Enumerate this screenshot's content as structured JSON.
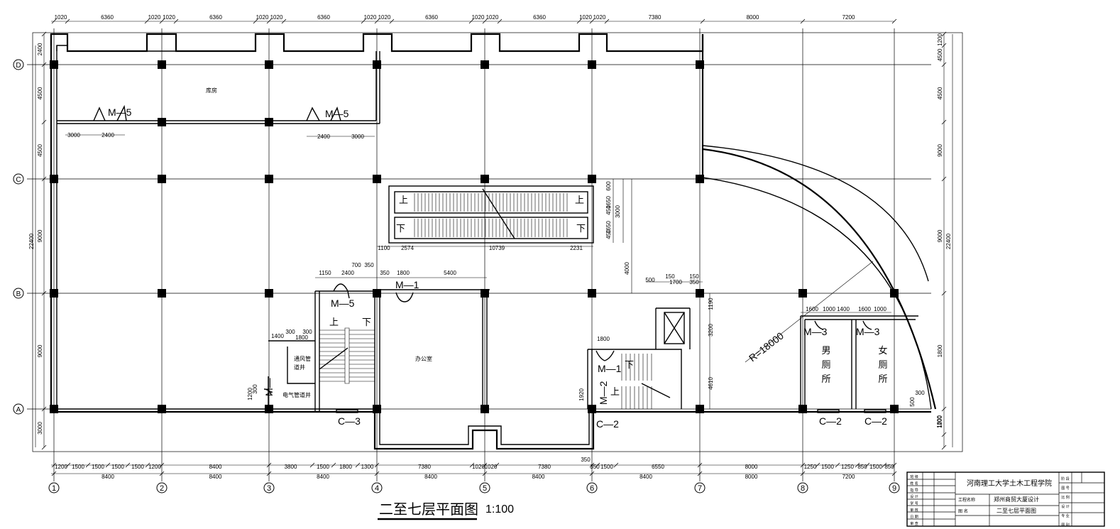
{
  "drawing": {
    "title": "二至七层平面图",
    "scale": "1:100",
    "axes_cols": [
      "1",
      "2",
      "3",
      "4",
      "5",
      "6",
      "7",
      "8",
      "9"
    ],
    "axes_rows": [
      "D",
      "C",
      "B",
      "A"
    ],
    "rooms": {
      "storage": "库房",
      "office": "办公室",
      "mens": "男\n厕\n所",
      "womens": "女\n厕\n所",
      "vent_shaft": "通风管\n道井",
      "elec_shaft": "电气管道井"
    },
    "doors": {
      "m5": "M—5",
      "m1": "M—1",
      "m2": "M—2",
      "m3": "M—3",
      "c2": "C—2",
      "c3": "C—3"
    },
    "stairs": {
      "up": "上",
      "down": "下"
    },
    "radius": "R=18000"
  },
  "dims": {
    "top": [
      "1020",
      "6360",
      "1020",
      "1020",
      "6360",
      "1020",
      "1020",
      "6360",
      "1020",
      "1020",
      "6360",
      "1020",
      "1020",
      "6360",
      "1020",
      "1020",
      "7380",
      "8000",
      "7200"
    ],
    "bottom1": [
      "1200",
      "1500",
      "1500",
      "1500",
      "1500",
      "1200",
      "8400",
      "3800",
      "1500",
      "1800",
      "1300",
      "7380",
      "1020",
      "1020",
      "7380",
      "350",
      "1500",
      "6550",
      "8000",
      "1250",
      "1500",
      "1250",
      "850",
      "1500",
      "850"
    ],
    "bottom2": [
      "8400",
      "8400",
      "8400",
      "8400",
      "8400",
      "8400",
      "8000",
      "7200"
    ],
    "left": [
      "2400",
      "4500",
      "4500",
      "9000",
      "9000",
      "3000",
      "22400"
    ],
    "right": [
      "1200",
      "4500",
      "4500",
      "9000",
      "9000",
      "1800",
      "1200",
      "22400"
    ],
    "misc": {
      "m5_a": [
        "3000",
        "2400"
      ],
      "m5_b": [
        "2400",
        "3000"
      ],
      "esc_bottom": [
        "1100",
        "2574",
        "10739",
        "2231"
      ],
      "esc_right": [
        "600",
        "1650",
        "450",
        "1650",
        "450",
        "3000"
      ],
      "h4000": "4000",
      "office_top": [
        "1150",
        "2400",
        "700",
        "350",
        "350",
        "1800",
        "5400"
      ],
      "shaft": [
        "1400",
        "300",
        "300",
        "1800",
        "1800",
        "1200",
        "300"
      ],
      "elev": [
        "500",
        "150",
        "1700",
        "150",
        "350",
        "1190",
        "3200",
        "4610"
      ],
      "toilet": [
        "1600",
        "1000",
        "1400",
        "1600",
        "1000"
      ],
      "corner": [
        "300",
        "500",
        "1800"
      ],
      "stair6": [
        "1800",
        "1920"
      ]
    }
  },
  "title_block": {
    "school": "河南理工大学土木工程学院",
    "project_label": "工程名称",
    "project": "郑州商贸大厦设计",
    "name_label": "图 名",
    "sheet": "二至七层平面图",
    "left_rows": [
      "班 级",
      "姓 名",
      "指 导",
      "设 计",
      "学 号",
      "审 核",
      "日 期",
      "审 查"
    ],
    "right_rows": [
      "阶 段",
      "图 号",
      "比 例",
      "设 计",
      "专 业",
      "图 别"
    ]
  }
}
